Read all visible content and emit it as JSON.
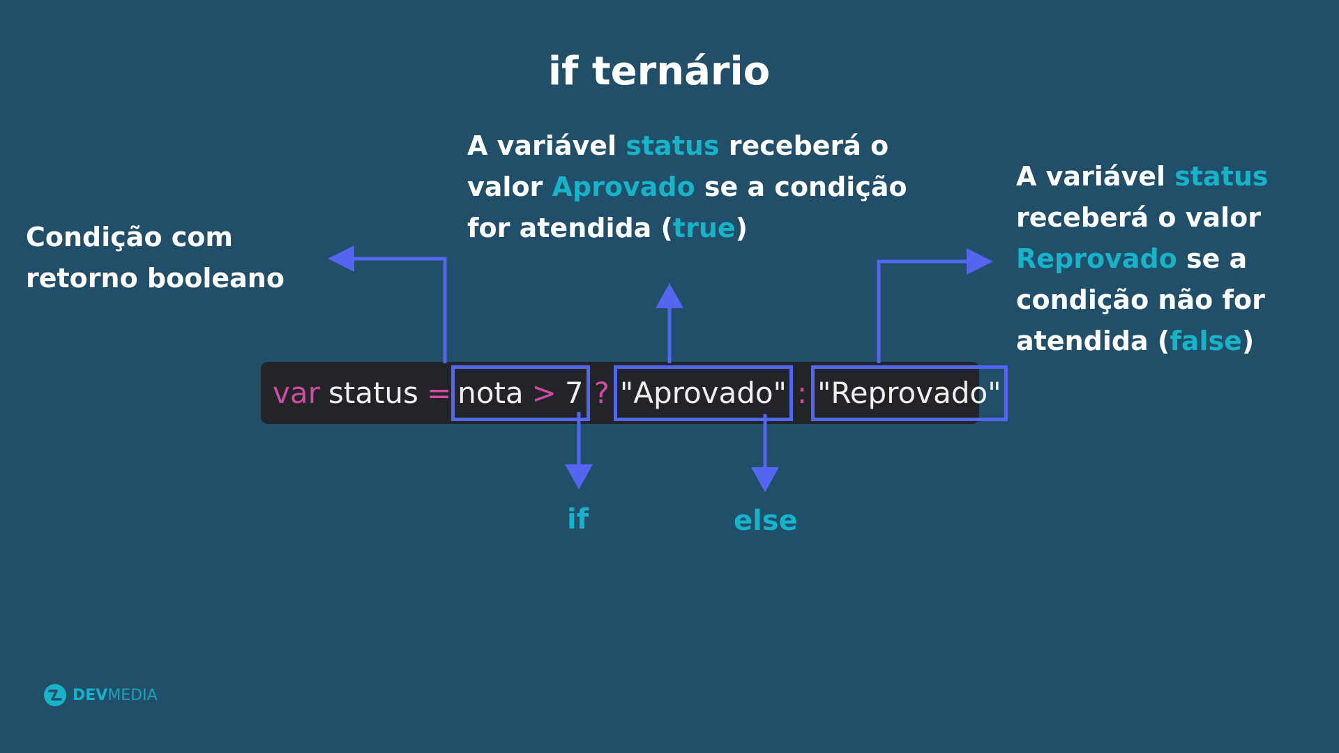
{
  "title": "if ternário",
  "callouts": {
    "left": {
      "line1": "Condição com",
      "line2": "retorno booleano"
    },
    "center": {
      "p1": "A variável ",
      "hl1": "status",
      "p2": " receberá o valor ",
      "hl2": "Aprovado",
      "p3": " se a condição for atendida (",
      "hl3": "true",
      "p4": ")"
    },
    "right": {
      "p1": "A variável ",
      "hl1": "status",
      "p2": " receberá o valor ",
      "hl2": "Reprovado",
      "p3": " se a condição não for atendida (",
      "hl3": "false",
      "p4": ")"
    }
  },
  "code": {
    "keyword": "var",
    "identifier": "status",
    "assign": "=",
    "condition_var": "nota",
    "condition_op": ">",
    "condition_val": "7",
    "ternary_q": "?",
    "true_value": "\"Aprovado\"",
    "ternary_colon": ":",
    "false_value": "\"Reprovado\""
  },
  "labels": {
    "if": "if",
    "else": "else"
  },
  "logo": {
    "bold": "DEV",
    "light": "MEDIA"
  },
  "colors": {
    "background": "#214e68",
    "highlight": "#17b3c9",
    "arrow": "#5465f0",
    "keyword": "#d04ca4",
    "code_bg": "#222428"
  }
}
